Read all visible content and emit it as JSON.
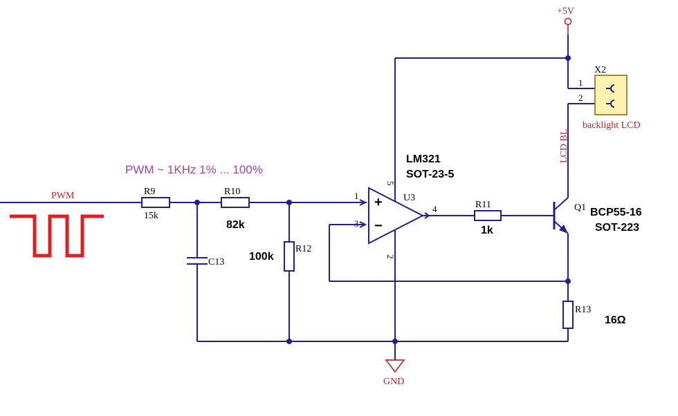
{
  "supply": {
    "label": "+5V"
  },
  "ground": {
    "label": "GND"
  },
  "input": {
    "net_label": "PWM",
    "spec": "PWM ~ 1KHz  1% ... 100%"
  },
  "components": {
    "r9": {
      "ref": "R9",
      "value": "15k"
    },
    "r10": {
      "ref": "R10",
      "value": "82k"
    },
    "r12": {
      "ref": "R12",
      "value": "100k"
    },
    "c13": {
      "ref": "C13"
    },
    "u3": {
      "ref": "U3",
      "part": "LM321",
      "package": "SOT-23-5",
      "pin_in_plus": "1",
      "pin_in_minus": "3",
      "pin_out": "4",
      "pin_vcc": "5",
      "pin_gnd": "2",
      "plus_sign": "+",
      "minus_sign": "−"
    },
    "r11": {
      "ref": "R11",
      "value": "1k"
    },
    "q1": {
      "ref": "Q1",
      "part": "BCP55-16",
      "package": "SOT-223"
    },
    "r13": {
      "ref": "R13",
      "value": "16Ω"
    },
    "x2": {
      "ref": "X2",
      "pin1": "1",
      "pin2": "2",
      "description": "backlight LCD"
    }
  },
  "nets": {
    "lcd_bl": "LCD BL"
  },
  "colors": {
    "wire": "#1f1f8f",
    "component_label": "#000000",
    "power_symbol": "#b8262c",
    "connector_fill": "#fdf3b0",
    "pwm_waveform": "#e02020",
    "spec_text": "#a0449a"
  }
}
